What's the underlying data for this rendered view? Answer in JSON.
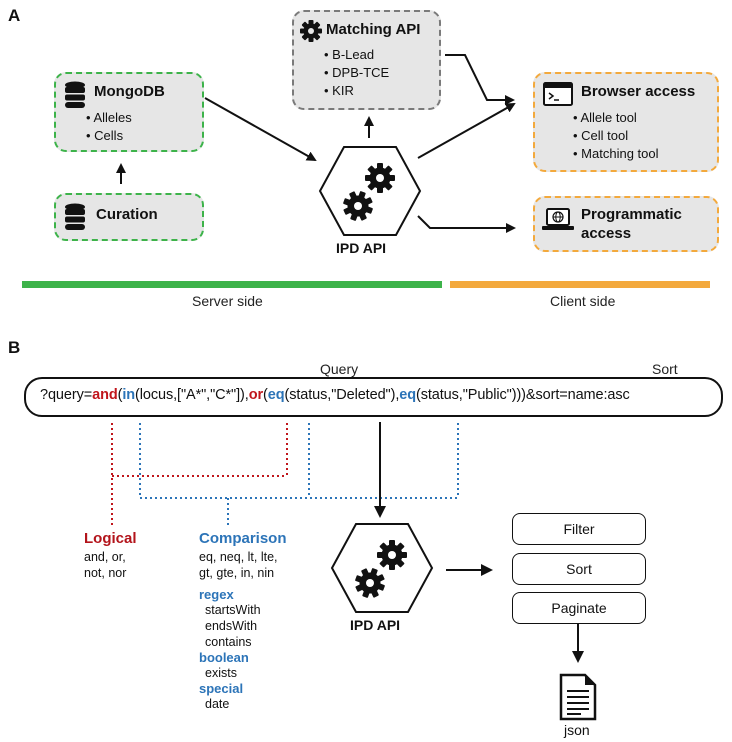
{
  "panel_a": {
    "letter": "A",
    "mongodb": {
      "title": "MongoDB",
      "items": [
        "Alleles",
        "Cells"
      ]
    },
    "curation": {
      "title": "Curation"
    },
    "matching_api": {
      "title": "Matching API",
      "items": [
        "B-Lead",
        "DPB-TCE",
        "KIR"
      ]
    },
    "ipd_api": "IPD API",
    "browser_access": {
      "title": "Browser access",
      "items": [
        "Allele tool",
        "Cell tool",
        "Matching tool"
      ]
    },
    "programmatic_access": {
      "title_line1": "Programmatic",
      "title_line2": "access"
    },
    "server_side": {
      "label": "Server side",
      "color": "#3db34a"
    },
    "client_side": {
      "label": "Client side",
      "color": "#f3a93c"
    }
  },
  "panel_b": {
    "letter": "B",
    "query_label": "Query",
    "sort_label": "Sort",
    "query_parts": [
      {
        "text": "?query=",
        "style": "plain"
      },
      {
        "text": "and",
        "style": "red"
      },
      {
        "text": "(",
        "style": "plain"
      },
      {
        "text": "in",
        "style": "blue"
      },
      {
        "text": "(locus,[\"A*\",\"C*\"]),",
        "style": "plain"
      },
      {
        "text": "or",
        "style": "red"
      },
      {
        "text": "(",
        "style": "plain"
      },
      {
        "text": "eq",
        "style": "blue"
      },
      {
        "text": "(status,\"Deleted\"),",
        "style": "plain"
      },
      {
        "text": "eq",
        "style": "blue"
      },
      {
        "text": "(status,\"Public\")))&sort=name:asc",
        "style": "plain"
      }
    ],
    "logical": {
      "title": "Logical",
      "lines": [
        "and, or,",
        "not, nor"
      ]
    },
    "comparison": {
      "title": "Comparison",
      "lines": [
        "eq, neq, lt, lte,",
        "gt, gte, in, nin"
      ]
    },
    "regex": {
      "title": "regex",
      "lines": [
        "startsWith",
        "endsWith",
        "contains"
      ]
    },
    "boolean": {
      "title": "boolean",
      "lines": [
        "exists"
      ]
    },
    "special": {
      "title": "special",
      "lines": [
        "date"
      ]
    },
    "ipd_api": "IPD API",
    "steps": [
      "Filter",
      "Sort",
      "Paginate"
    ],
    "output": "json"
  },
  "colors": {
    "logical_red": "#c0161c",
    "comparison_blue": "#2c74b8"
  }
}
